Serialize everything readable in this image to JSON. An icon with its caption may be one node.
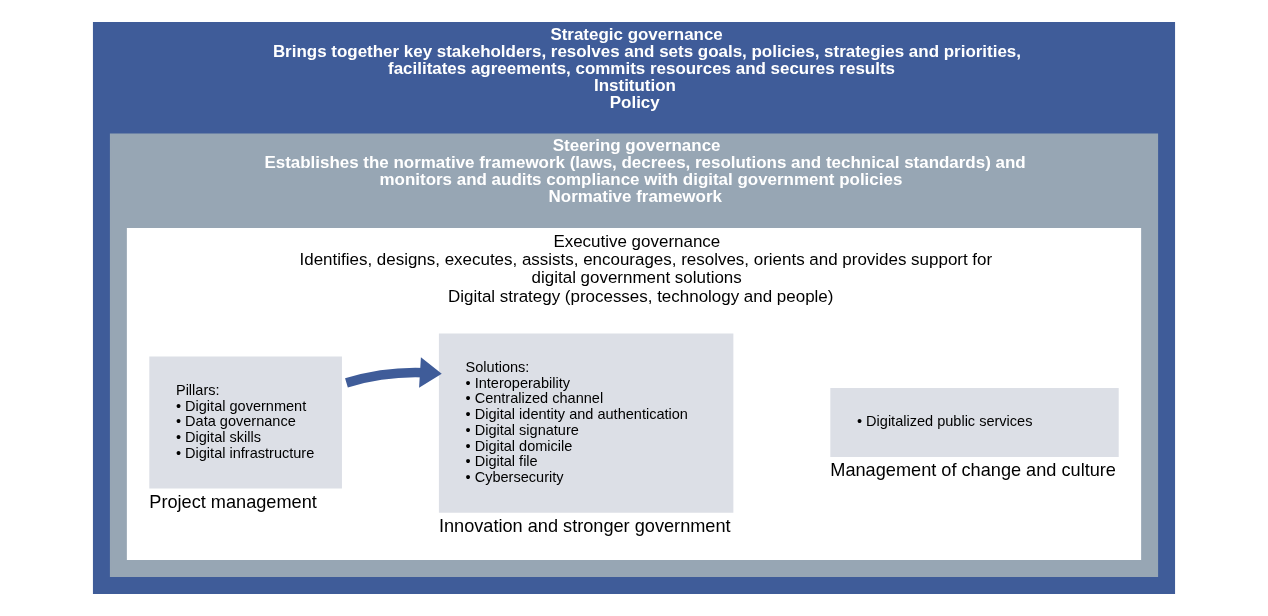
{
  "diagram": {
    "nodes": [
      {
        "text": [
          "Strategic governance",
          "Brings together key stakeholders, resolves and sets goals, policies, strategies and priorities, facilitates agreements, commits resources and secures results",
          "Institution",
          "Policy"
        ]
      },
      {
        "text": [
          "Steering governance",
          "Establishes the normative framework (laws, decrees, resolutions and technical standards) and monitors and audits compliance with digital government policies",
          "Normative framework"
        ],
        "in": 0
      },
      {
        "text": [
          "Executive governance",
          "Identifies, designs, executes, assists, encourages, resolves, orients and provides support for digital government solutions",
          "Digital strategy (processes, technology and people)"
        ],
        "in": 1
      },
      {
        "text": [
          "Pillars:",
          "• Digital government",
          "• Data governance",
          "• Digital skills",
          "• Digital infrastructure"
        ],
        "beside": [
          "Project management"
        ],
        "in": 2
      },
      {
        "text": [
          "Solutions:",
          "• Interoperability",
          "• Centralized channel",
          "• Digital identity and authentication",
          "• Digital signature",
          "• Digital domicile",
          "• Digital file",
          "• Cybersecurity"
        ],
        "beside": [
          "Innovation and stronger government"
        ],
        "in": 2
      },
      {
        "text": [
          "• Digitalized public services"
        ],
        "beside": [
          "Management of change and culture"
        ],
        "in": 2
      }
    ],
    "edges": [
      {
        "from": 3,
        "to": 4,
        "arrow": "to"
      }
    ]
  }
}
